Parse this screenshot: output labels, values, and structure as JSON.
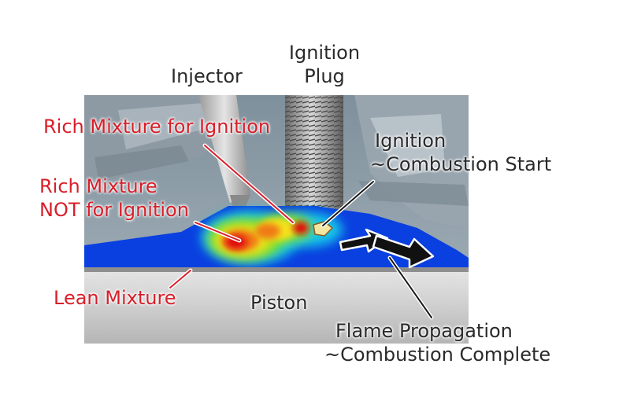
{
  "labels": {
    "injector": "Injector",
    "ignition_plug_line1": "Ignition",
    "ignition_plug_line2": "Plug",
    "rich_mixture_ignition": "Rich Mixture for Ignition",
    "rich_mixture_not_line1": "Rich Mixture",
    "rich_mixture_not_line2": "NOT for Ignition",
    "ignition_start_line1": "Ignition",
    "ignition_start_line2": "~Combustion Start",
    "lean_mixture": "Lean Mixture",
    "piston": "Piston",
    "flame_line1": "Flame Propagation",
    "flame_line2": "~Combustion Complete"
  },
  "colors": {
    "label_dark": "#2a2a2a",
    "label_red": "#d81f2a",
    "lean_mixture_blue": "#0a3fe0",
    "rich_core_red": "#e01010"
  }
}
